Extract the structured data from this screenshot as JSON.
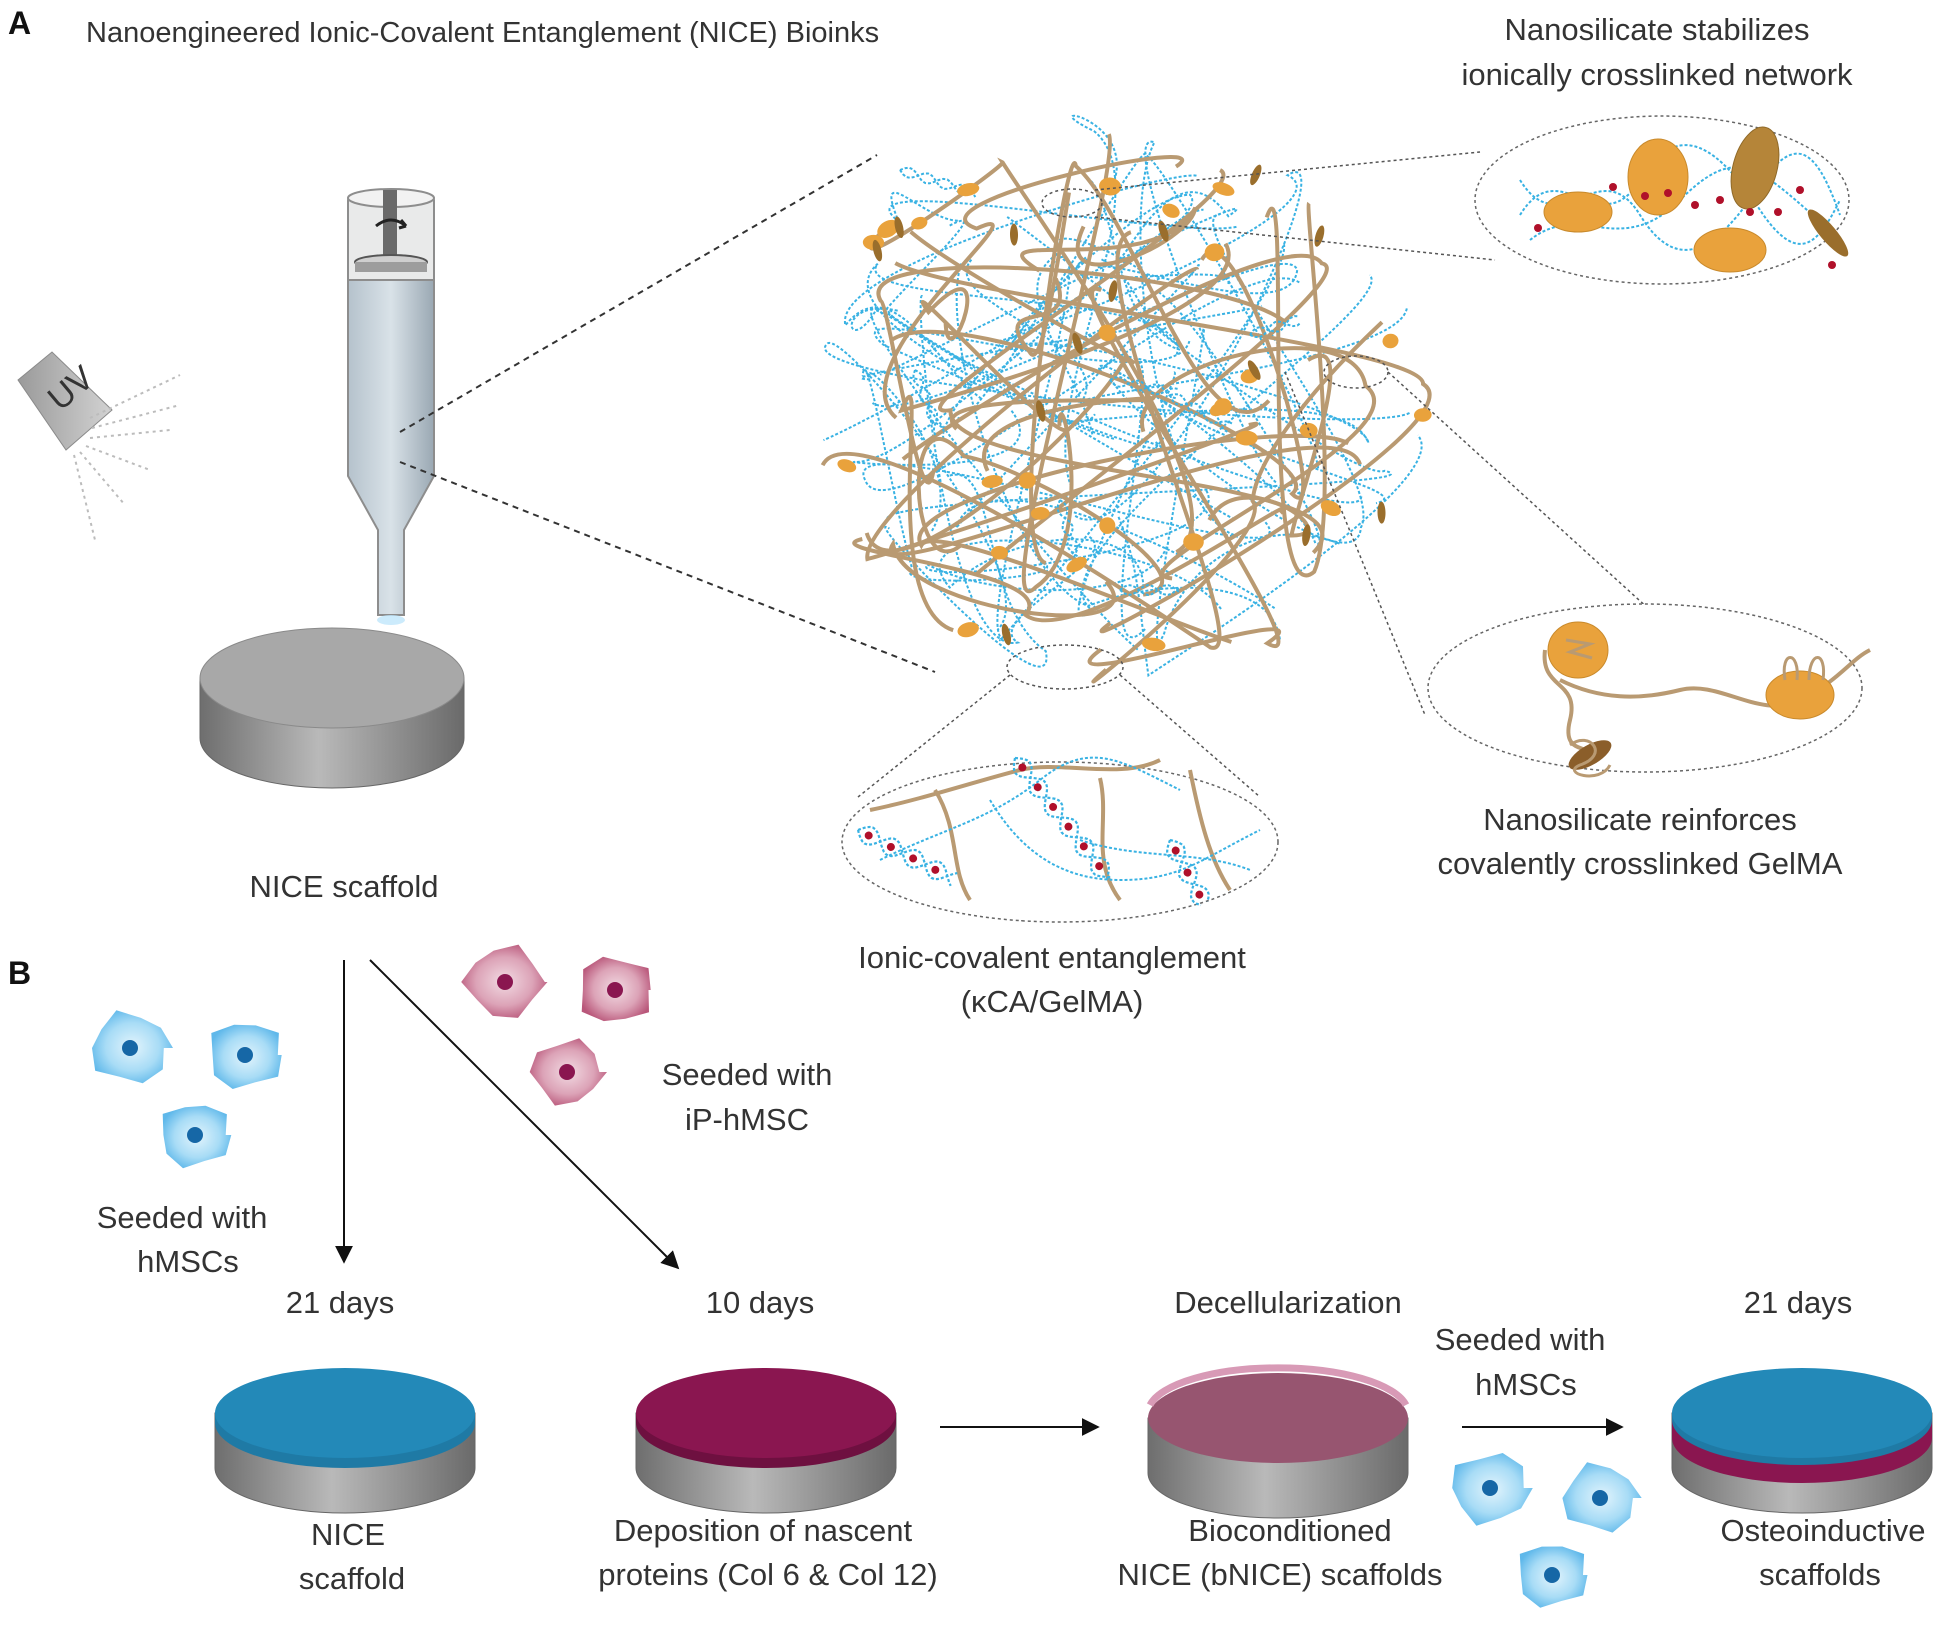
{
  "panel_a": {
    "letter": "A",
    "title": "Nanoengineered Ionic-Covalent Entanglement (NICE) Bioinks",
    "uv_label": "UV",
    "scaffold_label": "NICE scaffold",
    "callout_top": [
      "Nanosilicate stabilizes",
      "ionically crosslinked network"
    ],
    "callout_right": [
      "Nanosilicate reinforces",
      "covalently crosslinked GelMA"
    ],
    "callout_bottom": [
      "Ionic-covalent entanglement",
      "(κCA/GelMA)"
    ]
  },
  "panel_b": {
    "letter": "B",
    "seed_hmsc": [
      "Seeded with",
      "hMSCs"
    ],
    "seed_ip": [
      "Seeded with",
      "iP-hMSC"
    ],
    "seed_hmsc_2": [
      "Seeded with",
      "hMSCs"
    ],
    "steps": [
      {
        "header": "21 days",
        "caption": [
          "NICE",
          "scaffold"
        ]
      },
      {
        "header": "10 days",
        "caption": [
          "Deposition of nascent",
          "proteins (Col 6 & Col 12)"
        ]
      },
      {
        "header": "Decellularization",
        "caption": [
          "Bioconditioned",
          "NICE (bNICE) scaffolds"
        ]
      },
      {
        "header": "21 days",
        "caption": [
          "Osteoinductive",
          "scaffolds"
        ]
      }
    ]
  },
  "colors": {
    "hmsc_blue": "#5fb8ea",
    "ip_hmsc_pink": "#c0607e",
    "nice_blue": "#2389b8",
    "protein_maroon": "#8a1650",
    "bnice_mauve": "#975570",
    "nanosilicate_orange": "#e9a23c",
    "kca_blue": "#39b2e3",
    "gelma_tan": "#b99a72"
  }
}
